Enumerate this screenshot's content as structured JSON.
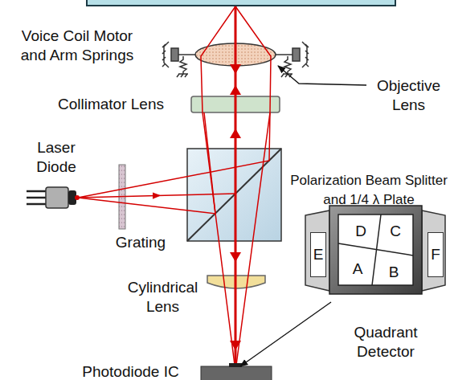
{
  "diagram": {
    "nodes": [
      {
        "text": [
          "E"
        ]
      },
      {
        "text": [
          "F"
        ]
      }
    ],
    "labels": [
      "Voice Coil Motor and Arm Springs",
      "Objective Lens",
      "Collimator Lens",
      "Laser Diode",
      "Polarization Beam Splitter and 1/4 λ Plate",
      "Grating",
      "D",
      "C",
      "A",
      "B",
      "Cylindrical Lens",
      "Quadrant Detector",
      "Photodiode IC"
    ]
  }
}
